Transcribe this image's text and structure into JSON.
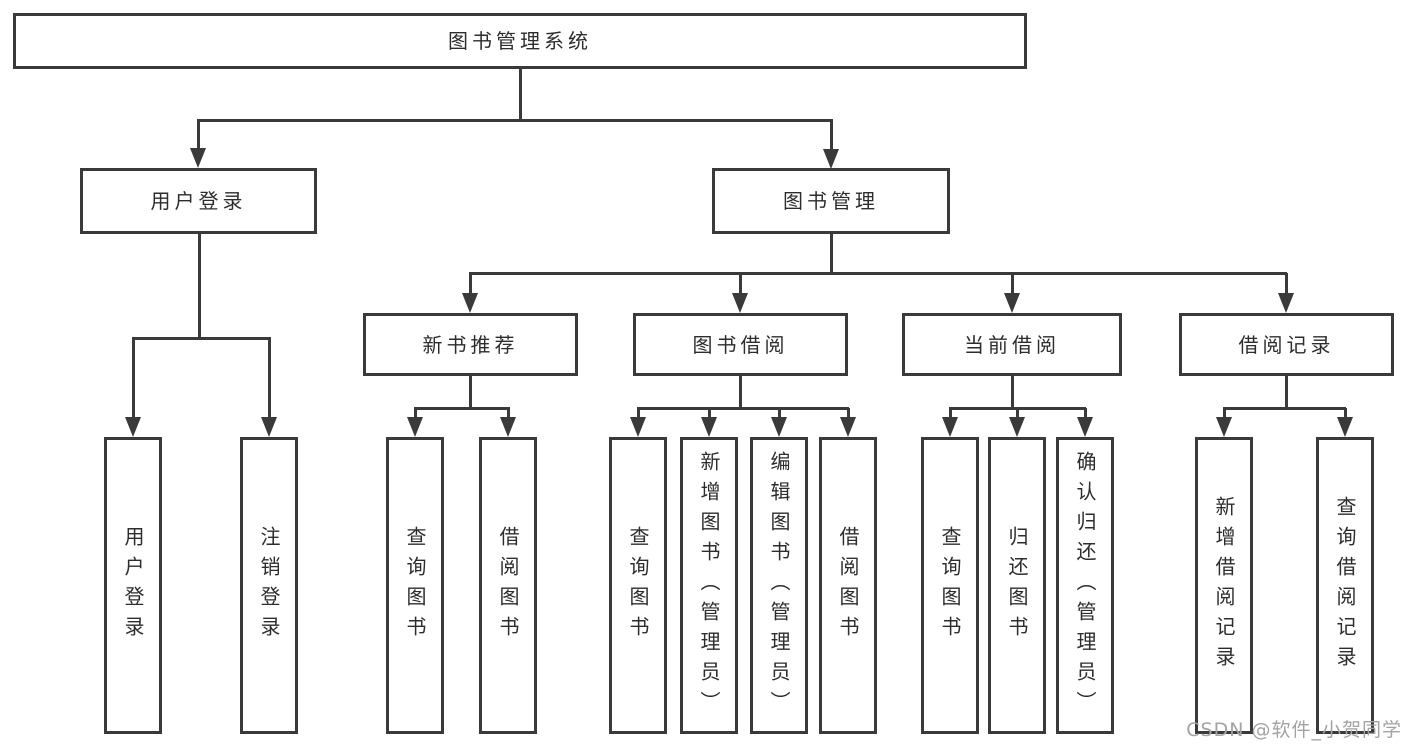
{
  "diagram": {
    "type": "hierarchy-tree",
    "orientation": "top-down"
  },
  "tree": {
    "label": "图书管理系统",
    "children": [
      {
        "label": "用户登录",
        "children": [
          {
            "label": "用户登录"
          },
          {
            "label": "注销登录"
          }
        ]
      },
      {
        "label": "图书管理",
        "children": [
          {
            "label": "新书推荐",
            "children": [
              {
                "label": "查询图书"
              },
              {
                "label": "借阅图书"
              }
            ]
          },
          {
            "label": "图书借阅",
            "children": [
              {
                "label": "查询图书"
              },
              {
                "label": "新增图书（管理员）"
              },
              {
                "label": "编辑图书（管理员）"
              },
              {
                "label": "借阅图书"
              }
            ]
          },
          {
            "label": "当前借阅",
            "children": [
              {
                "label": "查询图书"
              },
              {
                "label": "归还图书"
              },
              {
                "label": "确认归还（管理员）"
              }
            ]
          },
          {
            "label": "借阅记录",
            "children": [
              {
                "label": "新增借阅记录"
              },
              {
                "label": "查询借阅记录"
              }
            ]
          }
        ]
      }
    ]
  },
  "watermark": {
    "text": "CSDN @软件_小贺同学"
  },
  "colors": {
    "line": "#3a3a3a",
    "text": "#2d2d2d",
    "background": "#ffffff",
    "watermark": "#a3a3a3"
  }
}
